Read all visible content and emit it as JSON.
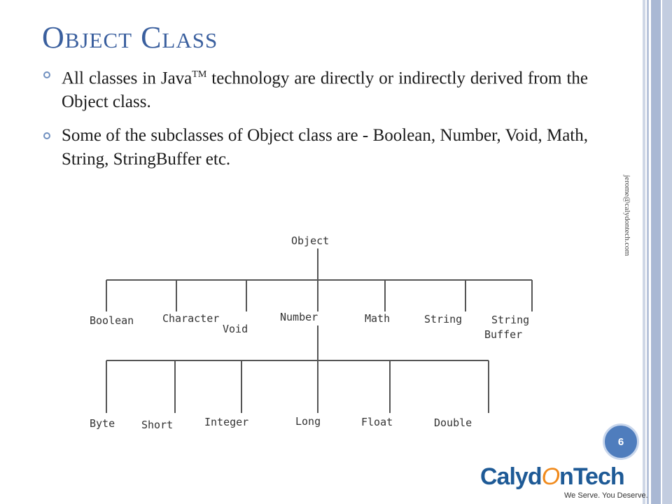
{
  "slide": {
    "title": "Object Class",
    "bullets": [
      {
        "text_a": "All classes in Java",
        "sup": "TM",
        "text_b": " technology are directly or indirectly derived from the Object class."
      },
      {
        "text": "Some of the subclasses of Object class are - Boolean, Number, Void, Math, String, StringBuffer etc."
      }
    ],
    "email": "jerome@calydontech.com",
    "page_number": "6"
  },
  "diagram": {
    "root": "Object",
    "level1": [
      "Boolean",
      "Character",
      "Void",
      "Number",
      "Math",
      "String",
      "String",
      "Buffer"
    ],
    "level2": [
      "Byte",
      "Short",
      "Integer",
      "Long",
      "Float",
      "Double"
    ]
  },
  "logo": {
    "part_a": "Calyd",
    "part_o": "O",
    "part_b": "nTech",
    "tagline": "We Serve. You Deserve.",
    "colors": {
      "blue": "#1e5a96",
      "orange": "#f08a1c"
    }
  }
}
